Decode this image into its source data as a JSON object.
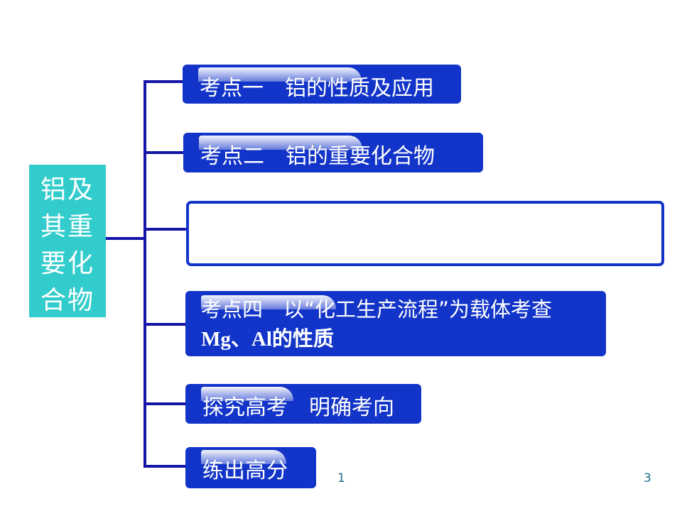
{
  "root": {
    "lines": [
      "铝及",
      "其重",
      "要化",
      "合物"
    ]
  },
  "branches": [
    {
      "label": "考点一　铝的性质及应用"
    },
    {
      "label": "考点二　铝的重要化合物"
    },
    {
      "label": ""
    },
    {
      "label_line1": "考点四　以“化工生产流程”为载体考查",
      "label_line2": "Mg、Al的性质"
    },
    {
      "label": "探究高考　明确考向"
    },
    {
      "label": "练出高分"
    }
  ],
  "footer": {
    "page_label": "1",
    "slide_number": "3"
  },
  "colors": {
    "root_fill": "#33cccc",
    "node_fill": "#1234c8",
    "connector": "#1414a8"
  }
}
